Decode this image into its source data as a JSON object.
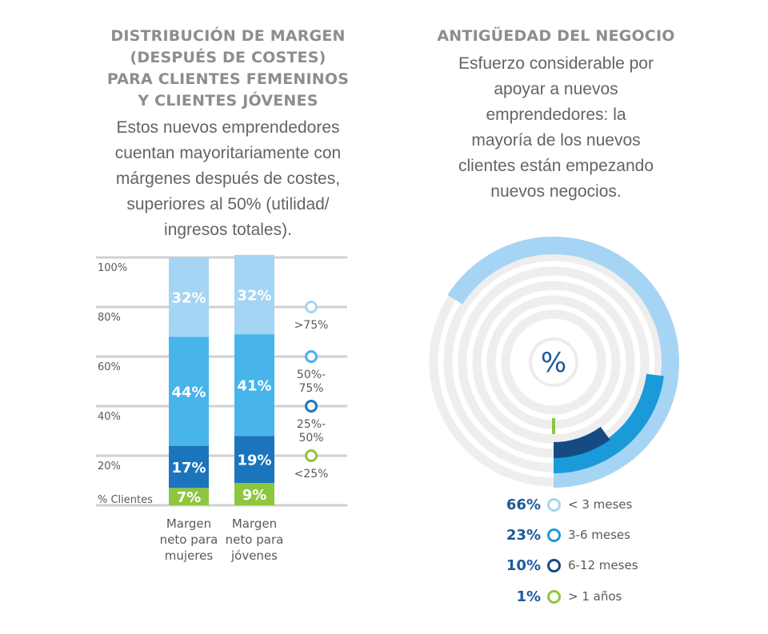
{
  "left_panel": {
    "title_lines": [
      "DISTRIBUCIÓN DE MARGEN",
      "(DESPUÉS DE COSTES)",
      "PARA CLIENTES FEMENINOS",
      "Y CLIENTES JÓVENES"
    ],
    "subtitle_lines": [
      "Estos nuevos emprendedores",
      "cuentan mayoritariamente con",
      "márgenes después de costes,",
      "superiores al 50% (utilidad/",
      "ingresos totales)."
    ]
  },
  "right_panel": {
    "title": "ANTIGÜEDAD DEL NEGOCIO",
    "subtitle_lines": [
      "Esfuerzo considerable por",
      "apoyar a nuevos",
      "emprendedores: la",
      "mayoría de los nuevos",
      "clientes están empezando",
      "nuevos negocios."
    ],
    "center_symbol": "%"
  },
  "chart_data": [
    {
      "type": "bar",
      "stacked": true,
      "categories": [
        "Margen\nneto para\nmujeres",
        "Margen\nneto para\njóvenes"
      ],
      "category_lines": [
        [
          "Margen",
          "neto para",
          "mujeres"
        ],
        [
          "Margen",
          "neto para",
          "jóvenes"
        ]
      ],
      "series": [
        {
          "name": "<25%",
          "name_lines": [
            "<25%"
          ],
          "values": [
            7,
            9
          ],
          "labels": [
            "7%",
            "9%"
          ],
          "color": "#8dc63f"
        },
        {
          "name": "25%-50%",
          "name_lines": [
            "25%-",
            "50%"
          ],
          "values": [
            17,
            19
          ],
          "labels": [
            "17%",
            "19%"
          ],
          "color": "#1c75bc"
        },
        {
          "name": "50%-75%",
          "name_lines": [
            "50%-",
            "75%"
          ],
          "values": [
            44,
            41
          ],
          "labels": [
            "44%",
            "41%"
          ],
          "color": "#47b4ea"
        },
        {
          "name": ">75%",
          "name_lines": [
            ">75%"
          ],
          "values": [
            32,
            32
          ],
          "labels": [
            "32%",
            "32%"
          ],
          "color": "#a6d4f4"
        }
      ],
      "y_ticks": [
        "100%",
        "80%",
        "60%",
        "40%",
        "20%",
        "% Clientes"
      ],
      "y_tick_values": [
        100,
        80,
        60,
        40,
        20,
        0
      ],
      "ylim": [
        0,
        100
      ],
      "grid": true,
      "legend_placement": "right"
    },
    {
      "type": "pie",
      "style": "radial-rings",
      "labels": [
        "< 3 meses",
        "3-6 meses",
        "6-12 meses",
        "> 1 años"
      ],
      "values": [
        66,
        23,
        10,
        1
      ],
      "value_labels": [
        "66%",
        "23%",
        "10%",
        "1%"
      ],
      "colors": [
        "#a6d4f4",
        "#1b9ad9",
        "#164a83",
        "#8dc63f"
      ],
      "legend_placement": "bottom"
    }
  ],
  "colors": {
    "title_gray": "#8c8d8f",
    "text_gray": "#636466",
    "grid": "#cfd0d2",
    "ring_track": "#eeeeee",
    "legend_value": "#1d5a9b"
  }
}
